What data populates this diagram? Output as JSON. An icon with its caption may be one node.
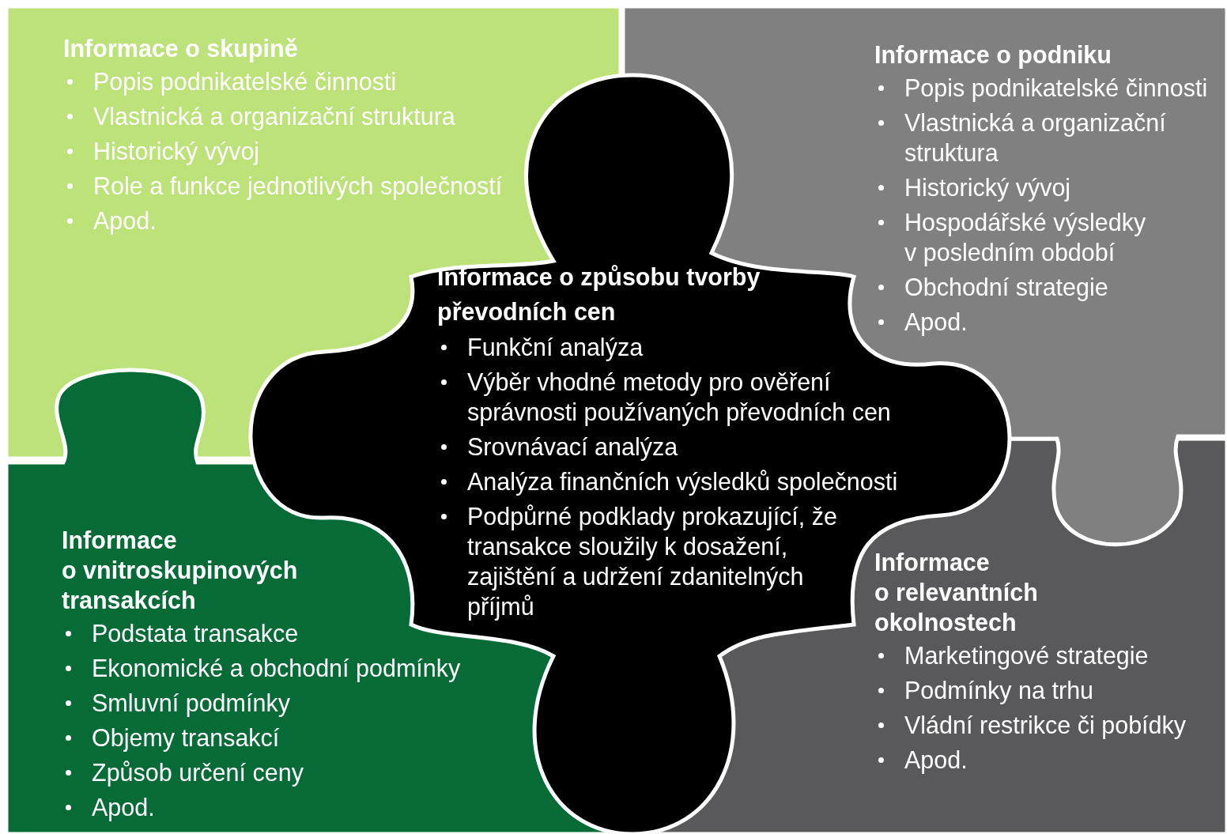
{
  "diagram": {
    "nodes": [
      {
        "text": [
          "Informace o skupině",
          "Popis podnikatelské činnosti",
          "Vlastnická a organizační struktura",
          "Historický vývoj",
          "Role a funkce jednotlivých společností",
          "Apod."
        ]
      },
      {
        "text": [
          "Informace o podniku",
          "Popis podnikatelské činnosti",
          "Vlastnická a organizační struktura",
          "Historický vývoj",
          "Hospodářské výsledky v posledním období",
          "Obchodní strategie",
          "Apod."
        ]
      },
      {
        "text": [
          "Informace o způsobu tvorby převodních cen",
          "Funkční analýza",
          "Výběr vhodné metody pro ověření správnosti používaných převodních cen",
          "Srovnávací analýza",
          "Analýza finančních výsledků společnosti",
          "Podpůrné podklady prokazující, že transakce sloužily k dosažení, zajištění a udržení zdanitelných příjmů"
        ]
      },
      {
        "text": [
          "Informace o vnitroskupinových transakcích",
          "Podstata transakce",
          "Ekonomické a obchodní podmínky",
          "Smluvní podmínky",
          "Objemy transakcí",
          "Způsob určení ceny",
          "Apod."
        ]
      },
      {
        "text": [
          "Informace o relevantních okolnostech",
          "Marketingové strategie",
          "Podmínky na trhu",
          "Vládní restrikce či pobídky",
          "Apod."
        ]
      }
    ]
  }
}
